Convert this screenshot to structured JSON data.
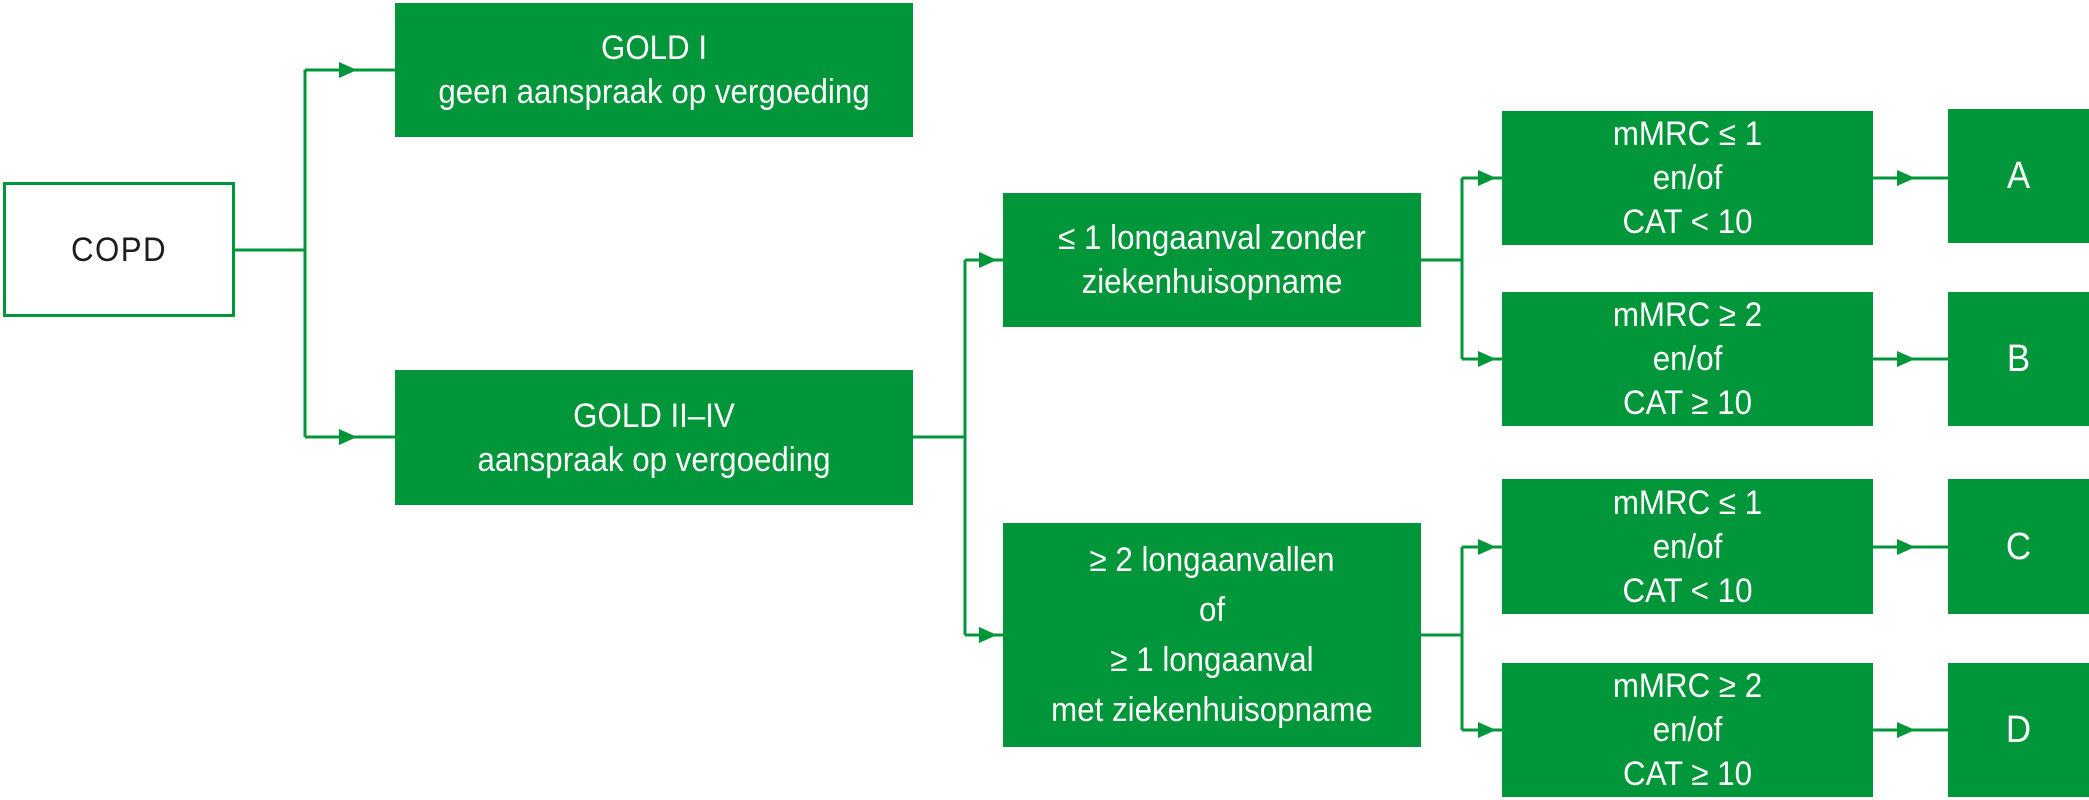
{
  "colors": {
    "green": "#009639",
    "copd_text": "#1d1d1b",
    "box_text": "#ffffff",
    "background": "#ffffff"
  },
  "nodes": {
    "copd": {
      "lines": [
        "COPD"
      ]
    },
    "gold_i": {
      "lines": [
        "GOLD I",
        "geen aanspraak op vergoeding"
      ]
    },
    "gold_ii_iv": {
      "lines": [
        "GOLD II–IV",
        "aanspraak op vergoeding"
      ]
    },
    "exacerbations_low": {
      "lines": [
        "≤ 1 longaanval zonder",
        "ziekenhuisopname"
      ]
    },
    "exacerbations_high": {
      "lines": [
        "≥ 2 longaanvallen",
        "of",
        "≥ 1 longaanval",
        "met ziekenhuisopname"
      ]
    },
    "criteria_a": {
      "lines": [
        "mMRC ≤ 1",
        "en/of",
        "CAT < 10"
      ]
    },
    "criteria_b": {
      "lines": [
        "mMRC ≥ 2",
        "en/of",
        "CAT ≥ 10"
      ]
    },
    "criteria_c": {
      "lines": [
        "mMRC ≤ 1",
        "en/of",
        "CAT < 10"
      ]
    },
    "criteria_d": {
      "lines": [
        "mMRC ≥ 2",
        "en/of",
        "CAT ≥ 10"
      ]
    },
    "group_a": {
      "lines": [
        "A"
      ]
    },
    "group_b": {
      "lines": [
        "B"
      ]
    },
    "group_c": {
      "lines": [
        "C"
      ]
    },
    "group_d": {
      "lines": [
        "D"
      ]
    }
  }
}
